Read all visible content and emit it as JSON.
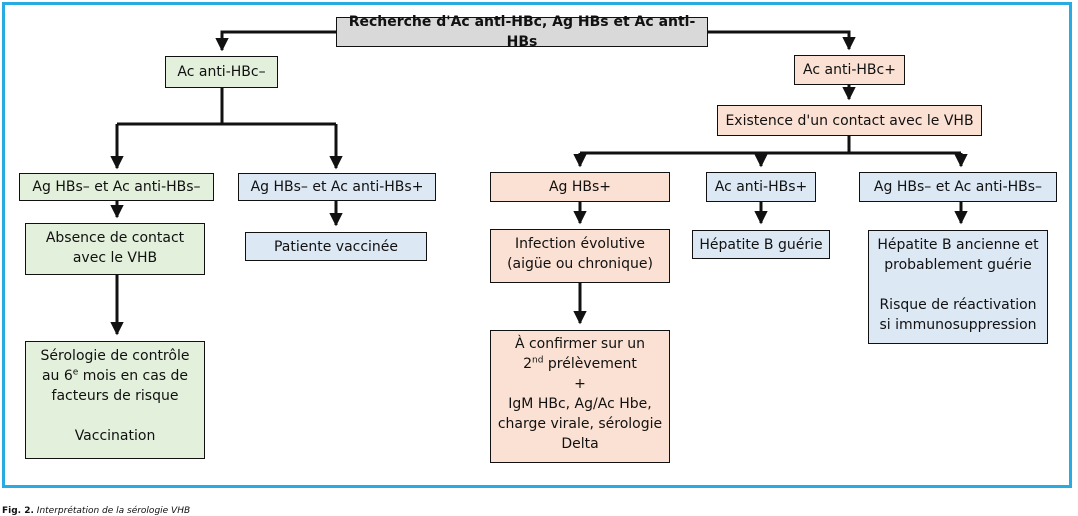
{
  "colors": {
    "frame": "#29abe2",
    "grey": "#d9d9d9",
    "green": "#e3f0dc",
    "blue": "#dde8f5",
    "salmon": "#fbe1d3"
  },
  "diagram": {
    "root": "Recherche d'Ac anti-HBc, Ag HBs et Ac anti-HBs",
    "left": {
      "title": "Ac anti-HBc–",
      "branch1": {
        "title": "Ag HBs– et Ac anti-HBs–",
        "step1": [
          "Absence de contact",
          "avec le VHB"
        ],
        "step2": {
          "line1": "Sérologie de contrôle",
          "line2_pre": "au 6",
          "line2_sup": "e",
          "line2_post": " mois en cas de",
          "line3": "facteurs de risque",
          "line4": "Vaccination"
        }
      },
      "branch2": {
        "title": "Ag HBs– et Ac anti-HBs+",
        "step1": "Patiente vaccinée"
      }
    },
    "right": {
      "title": "Ac anti-HBc+",
      "contact": "Existence d'un contact avec le VHB",
      "branch1": {
        "title": "Ag HBs+",
        "step1": [
          "Infection évolutive",
          "(aigüe ou chronique)"
        ],
        "step2": {
          "line1": "À confirmer sur un",
          "line2_pre": "2",
          "line2_sup": "nd",
          "line2_post": " prélèvement",
          "plus": "+",
          "line3": "IgM HBc, Ag/Ac Hbe,",
          "line4": "charge virale, sérologie",
          "line5": "Delta"
        }
      },
      "branch2": {
        "title": "Ac anti-HBs+",
        "step1": "Hépatite B guérie"
      },
      "branch3": {
        "title": "Ag HBs– et Ac anti-HBs–",
        "step1": [
          "Hépatite B ancienne et",
          "probablement guérie"
        ],
        "step2": [
          "Risque de réactivation",
          "si immunosuppression"
        ]
      }
    }
  },
  "caption": {
    "label": "Fig. 2.",
    "text": "Interprétation de la sérologie VHB"
  }
}
